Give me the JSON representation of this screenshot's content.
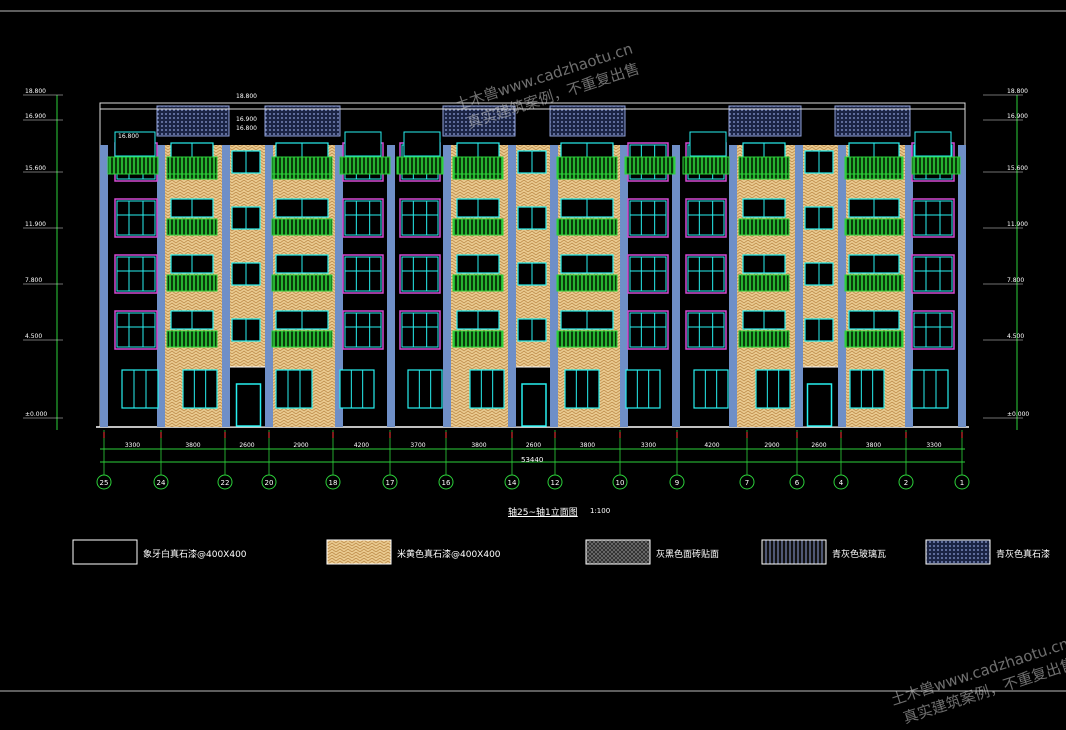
{
  "drawing": {
    "caption": "轴25~轴1立面图",
    "scale": "1:100",
    "total_dim": "53440"
  },
  "watermark": {
    "site": "土木兽www.cadzhaotu.cn",
    "note": "真实建筑案例，不重复出售"
  },
  "elevations": {
    "left": [
      "18.800",
      "16.900",
      "15.600",
      "11.900",
      "7.800",
      "4.500",
      "±0.000"
    ],
    "right": [
      "18.800",
      "16.900",
      "15.600",
      "11.900",
      "7.800",
      "4.500",
      "±0.000"
    ],
    "roof_marks": [
      "18.800",
      "16.900",
      "16.800",
      "16.800"
    ]
  },
  "axes": [
    "25",
    "24",
    "22",
    "20",
    "18",
    "17",
    "16",
    "14",
    "12",
    "10",
    "9",
    "7",
    "6",
    "4",
    "2",
    "1"
  ],
  "span_dims": [
    "3300",
    "3800",
    "2600",
    "2900",
    "4200",
    "3700",
    "3800",
    "2600",
    "3800",
    "3300",
    "4200",
    "2900",
    "2600",
    "3800",
    "3300"
  ],
  "legend": [
    {
      "label": "象牙白真石漆@400X400",
      "pattern": "blank"
    },
    {
      "label": "米黄色真石漆@400X400",
      "pattern": "stone"
    },
    {
      "label": "灰黑色面砖贴面",
      "pattern": "tile"
    },
    {
      "label": "青灰色玻璃瓦",
      "pattern": "lines"
    },
    {
      "label": "青灰色真石漆",
      "pattern": "dots"
    }
  ],
  "colors": {
    "beige": "#e9c98f",
    "window": "#27f0f0",
    "magenta": "#d24bd2",
    "green": "#2cd13a",
    "column": "#6f8fc7",
    "roof": "#8fa0d8"
  }
}
